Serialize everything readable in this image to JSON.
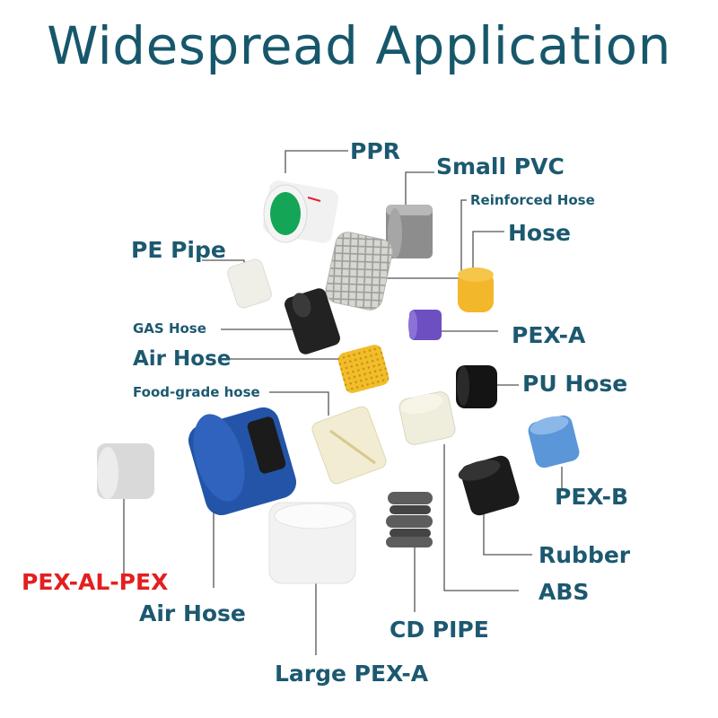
{
  "title": "Widespread Application",
  "colors": {
    "title": "#17576b",
    "label": "#1c5970",
    "highlight": "#e41f1f"
  },
  "labels": {
    "ppr": "PPR",
    "small_pvc": "Small PVC",
    "reinforced_hose": "Reinforced Hose",
    "hose": "Hose",
    "pe_pipe": "PE Pipe",
    "gas_hose": "GAS Hose",
    "pex_a": "PEX-A",
    "air_hose_top": "Air Hose",
    "pu_hose": "PU Hose",
    "food_grade_hose": "Food-grade hose",
    "pex_b": "PEX-B",
    "pex_al_pex": "PEX-AL-PEX",
    "rubber": "Rubber",
    "abs": "ABS",
    "air_hose_bottom": "Air Hose",
    "cd_pipe": "CD PIPE",
    "large_pex_a": "Large PEX-A"
  }
}
